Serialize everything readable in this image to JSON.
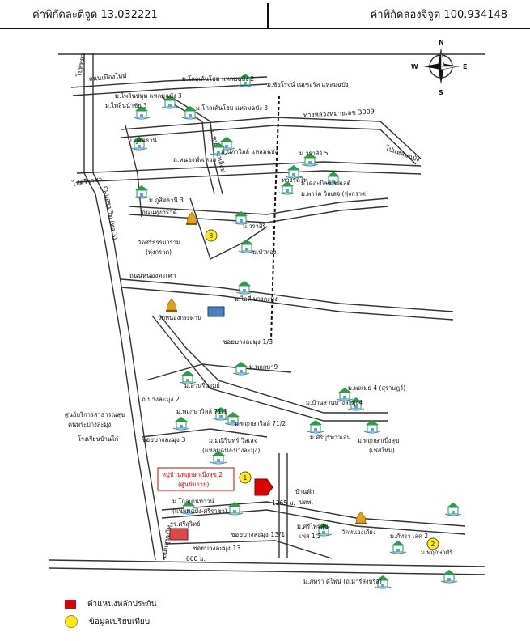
{
  "header": {
    "lat_text": "ค่าพิกัดละติจูด 13.032221",
    "lon_text": "ค่าพิกัดลองจิจูด 100.934148"
  },
  "compass": {
    "n": "N",
    "s": "S",
    "e": "E",
    "w": "W"
  },
  "roads": {
    "chonburi_road": "ถนนเมืองใหม่",
    "sukhumvit": "ถนนสุขุมวิท (ทล.3)",
    "highway_3009": "ทางหลวงหมายเลข 3009",
    "nong_ngu": "ถ.หนองงูเหลือม",
    "nong_phangtao": "ถ.หนองพังเหวย",
    "thung_krat": "ถนนทุ่งกราด",
    "bang_la": "ถนนหนองตะเคา",
    "to_pattaya": "ไปพัทยา",
    "to_sriracha": "ไปศรีราชา",
    "to_lamchabang": "ไปแหลมฉบัง",
    "sukhumvit_road": "ถนนสุขุมวิท",
    "soi_1": "ซอยบางละมุง 1/3",
    "soi_3": "ซอยบางละมุง 3",
    "soi_13": "ซอยบางละมุง 13/1",
    "soi_13b": "ซอยบางละมุง 13",
    "bang_lamung": "ถ.บางละมุง 2",
    "to_yai": "ถนนหนองตะเคา",
    "rail_label": "ทางรถไฟ"
  },
  "places": {
    "m_khlong_1": "ม.โกลเด้นโฮม แหลมฉบัง 2",
    "m_chanchai": "ม.ชัยโรจน์ เนเชอรัล แหลมฉบัง",
    "m_inpat": "ม.ไพลินปทุม แหลมฉบัง 3",
    "m_inpat2": "ม.ไพลินนำชัย 3",
    "m_inkhlong": "ม.โกลเด้นโฮม แหลมฉบัง 3",
    "m_rattanakosin": "ม.ภูสิตธานี",
    "m_phuthanee": "ม.นภาวิลล์ แหลมฉบัง",
    "m_varasiri": "ม.วราสิริ 5",
    "m_dhebmith": "ม.เดอะบิกซ์ ชาเลต์",
    "m_paradise": "ม.พาร์ค วิลเลจ (ทุ่งกราด)",
    "m_phusit3": "ม.ภูสิตธานี 3",
    "m_varasiri2": "ม.วราสิริ",
    "wat_si": "วัดศรีธรรมาราม",
    "wat_si2": "(ทุ่งกราด)",
    "m_bunma": "ม.บัวทอง",
    "m_kaewpruek": "ม.ไอที่ บางละมุง",
    "wat_nong": "วัดหนองกระดาน",
    "m_phonsawan": "ม.พฤกษา9",
    "m_suan": "ม.สวนรื่นรมย์",
    "m_phon4": "ม.พลเมธ 4 (สุราษฎร์)",
    "m_pan": "ม.บ้านสวนบางละมุง4",
    "m_pruksa71": "ม.พฤกษาวิลล์ 71/1",
    "m_pruksa712": "ม.พฤกษาวิลล์ 71/2",
    "m_siriburi": "ม.ศิริบุรีทาวเล่น",
    "m_pruksaville": "ม.พฤกษาเบิ่งสุข",
    "m_pruksaville2": "(เฟสใหม่)",
    "m_monsumrit": "ม.มณีรินทร์ วิลเลจ",
    "m_monsumrit2": "(แหลมฉบัง-บางละมุง)",
    "govt_center": "ศูนย์บริการสาธารณสุข",
    "govt_center2": "คนพระบางละมุง",
    "school": "โรงเรียนบ้านไก่",
    "m_golden": "ม.โกลเด้นทาวน์",
    "m_golden2": "(แหลมฉบัง-ศรีราชา)",
    "school2": "รร.ศรีสุวิทย์",
    "m_srisuk": "ม.ศรีไพรสุข",
    "m_srisuk2": "เฟส 1,2",
    "wat_nong2": "วัดหนองเกียง",
    "m_pattana": "ม.ภัทรา เลค 2",
    "m_pruksa": "ม.พฤกษาศิริ",
    "m_sutthi": "ม.ภัทรา ดีไฟน์ (ถ.มารีสงบรีส)",
    "post": "บ้านพัก",
    "post2": "ปตท.",
    "dist_1": "1265 ม.",
    "dist_2": "660 ม.",
    "target_name": "หมู่บ้านพฤกษาเบิ่งสุข 2",
    "target_sub": "(ศูนย์ขยาย)"
  },
  "markers": {
    "m1": "1",
    "m2": "2",
    "m3": "3"
  },
  "legend": {
    "red_label": "ตำแหน่งหลักประกัน",
    "yellow_label": "ข้อมูลเปรียบเทียบ"
  },
  "colors": {
    "target": "#e00000",
    "comparable": "#ffee00",
    "house_green": "#2e9a4b"
  }
}
